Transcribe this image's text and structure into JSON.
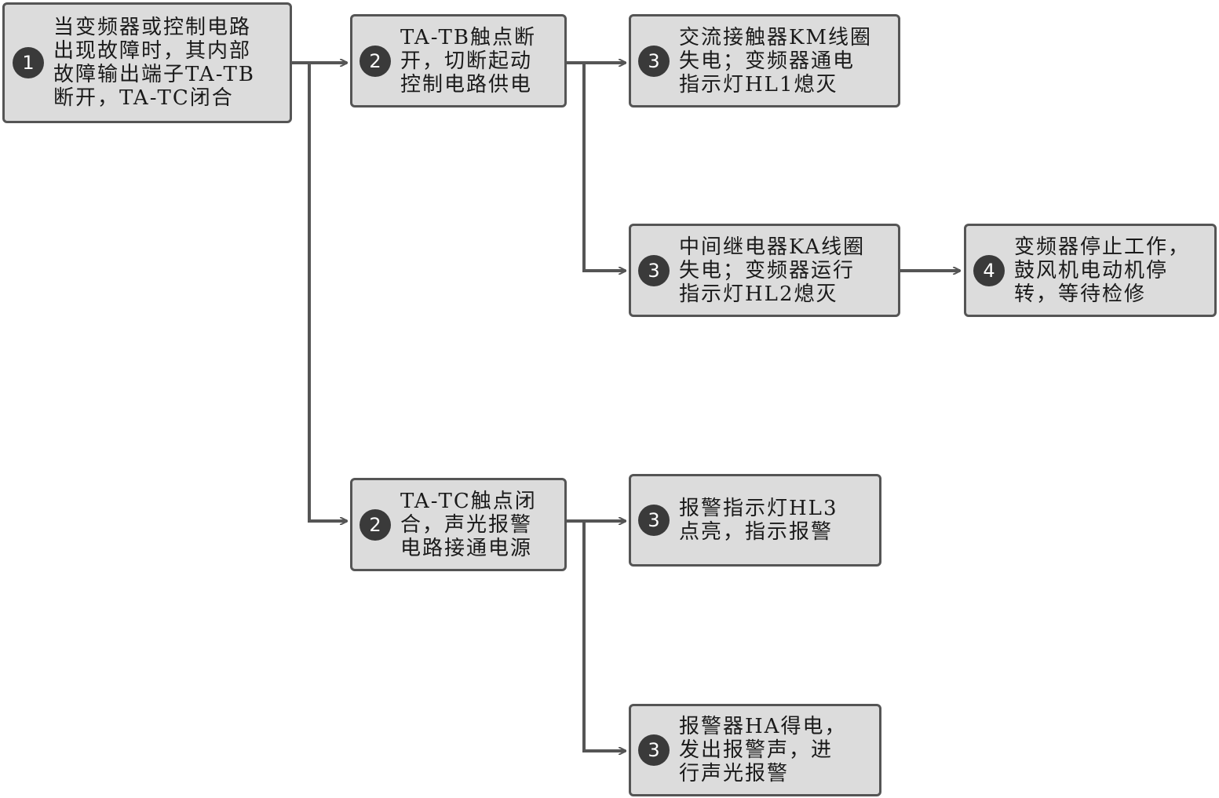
{
  "colors": {
    "box_fill": "#dcdcdc",
    "box_border": "#555555",
    "badge_fill": "#3a3a3a",
    "connector": "#555555"
  },
  "nodes": {
    "n1": {
      "step": "1",
      "lines": [
        "当变频器或控制电路",
        "出现故障时，其内部",
        "故障输出端子TA-TB",
        "断开，TA-TC闭合"
      ]
    },
    "n2a": {
      "step": "2",
      "lines": [
        "TA-TB触点断",
        "开，切断起动",
        "控制电路供电"
      ]
    },
    "n2b": {
      "step": "2",
      "lines": [
        "TA-TC触点闭",
        "合，声光报警",
        "电路接通电源"
      ]
    },
    "n3a": {
      "step": "3",
      "lines": [
        "交流接触器KM线圈",
        "失电；变频器通电",
        "指示灯HL1熄灭"
      ]
    },
    "n3b": {
      "step": "3",
      "lines": [
        "中间继电器KA线圈",
        "失电；变频器运行",
        "指示灯HL2熄灭"
      ]
    },
    "n3c": {
      "step": "3",
      "lines": [
        "报警指示灯HL3",
        "点亮，指示报警"
      ]
    },
    "n3d": {
      "step": "3",
      "lines": [
        "报警器HA得电，",
        "发出报警声，进",
        "行声光报警"
      ]
    },
    "n4": {
      "step": "4",
      "lines": [
        "变频器停止工作，",
        "鼓风机电动机停",
        "转，等待检修"
      ]
    }
  }
}
